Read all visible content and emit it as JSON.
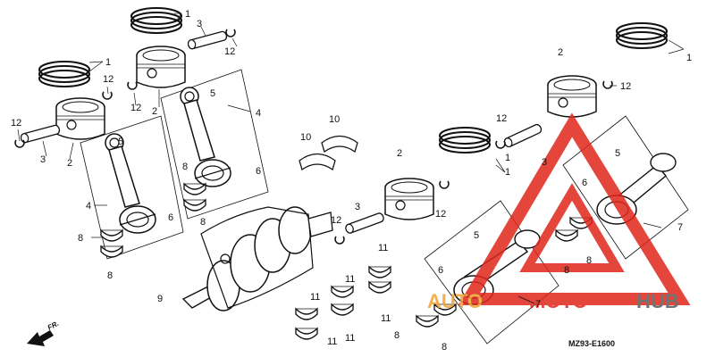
{
  "callouts": {
    "piston_ring": "1",
    "piston": "2",
    "piston_pin": "3",
    "connecting_rod": "4",
    "rod_bolt": "5",
    "rod_nut": "6",
    "connecting_rod_right": "7",
    "rod_bearing": "8",
    "crankshaft": "9",
    "thrust_washer": "10",
    "main_bearing": "11",
    "pin_clip": "12"
  },
  "diagram_code": "MZ93-E1600",
  "direction_label": "FR.",
  "watermark": {
    "part1": "AUTO",
    "part2": "MOTO",
    "part3": "HUB",
    "colors": {
      "red": "#e0261b",
      "orange": "#f2a12e",
      "gray": "#5a5a5a"
    }
  }
}
